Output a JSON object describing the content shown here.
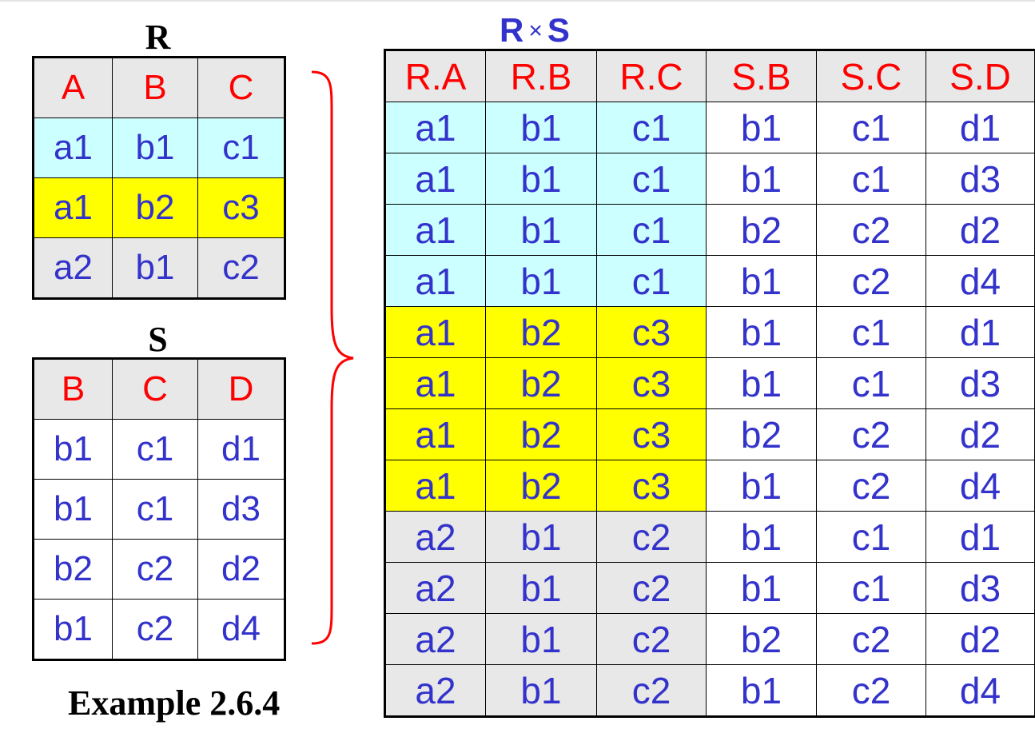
{
  "relation_r": {
    "title": "R",
    "headers": [
      "A",
      "B",
      "C"
    ],
    "rows": [
      {
        "cells": [
          "a1",
          "b1",
          "c1"
        ],
        "color": "cyan"
      },
      {
        "cells": [
          "a1",
          "b2",
          "c3"
        ],
        "color": "yellow"
      },
      {
        "cells": [
          "a2",
          "b1",
          "c2"
        ],
        "color": "grey"
      }
    ]
  },
  "relation_s": {
    "title": "S",
    "headers": [
      "B",
      "C",
      "D"
    ],
    "rows": [
      [
        "b1",
        "c1",
        "d1"
      ],
      [
        "b1",
        "c1",
        "d3"
      ],
      [
        "b2",
        "c2",
        "d2"
      ],
      [
        "b1",
        "c2",
        "d4"
      ]
    ]
  },
  "product": {
    "title_left": "R",
    "title_op": "×",
    "title_right": "S",
    "headers": [
      "R.A",
      "R.B",
      "R.C",
      "S.B",
      "S.C",
      "S.D"
    ],
    "rows": [
      {
        "cells": [
          "a1",
          "b1",
          "c1",
          "b1",
          "c1",
          "d1"
        ],
        "color": "cyan"
      },
      {
        "cells": [
          "a1",
          "b1",
          "c1",
          "b1",
          "c1",
          "d3"
        ],
        "color": "cyan"
      },
      {
        "cells": [
          "a1",
          "b1",
          "c1",
          "b2",
          "c2",
          "d2"
        ],
        "color": "cyan"
      },
      {
        "cells": [
          "a1",
          "b1",
          "c1",
          "b1",
          "c2",
          "d4"
        ],
        "color": "cyan"
      },
      {
        "cells": [
          "a1",
          "b2",
          "c3",
          "b1",
          "c1",
          "d1"
        ],
        "color": "yellow"
      },
      {
        "cells": [
          "a1",
          "b2",
          "c3",
          "b1",
          "c1",
          "d3"
        ],
        "color": "yellow"
      },
      {
        "cells": [
          "a1",
          "b2",
          "c3",
          "b2",
          "c2",
          "d2"
        ],
        "color": "yellow"
      },
      {
        "cells": [
          "a1",
          "b2",
          "c3",
          "b1",
          "c2",
          "d4"
        ],
        "color": "yellow"
      },
      {
        "cells": [
          "a2",
          "b1",
          "c2",
          "b1",
          "c1",
          "d1"
        ],
        "color": "grey"
      },
      {
        "cells": [
          "a2",
          "b1",
          "c2",
          "b1",
          "c1",
          "d3"
        ],
        "color": "grey"
      },
      {
        "cells": [
          "a2",
          "b1",
          "c2",
          "b2",
          "c2",
          "d2"
        ],
        "color": "grey"
      },
      {
        "cells": [
          "a2",
          "b1",
          "c2",
          "b1",
          "c2",
          "d4"
        ],
        "color": "grey"
      }
    ]
  },
  "caption": "Example 2.6.4",
  "colors": {
    "header_text": "#ff0000",
    "value_text": "#3333cc",
    "header_bg": "#e8e8e8",
    "cyan": "#ccffff",
    "yellow": "#ffff00",
    "grey": "#e8e8e8",
    "brace": "#ff0000"
  }
}
